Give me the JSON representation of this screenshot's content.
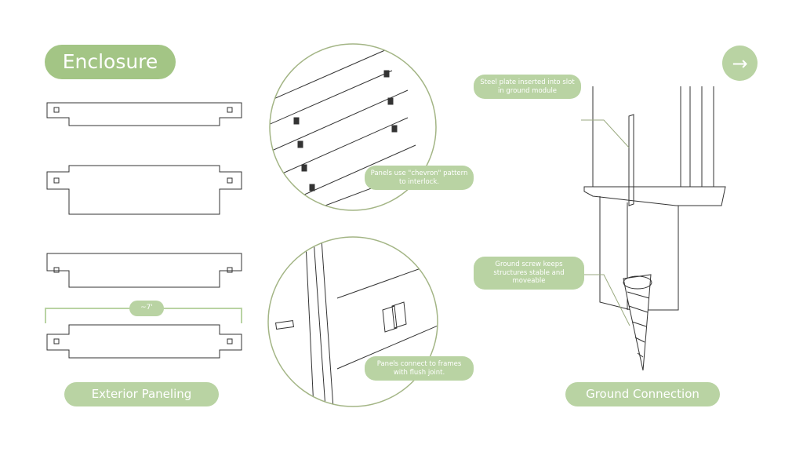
{
  "title": "Enclosure",
  "labels": {
    "exterior": "Exterior Paneling",
    "ground": "Ground Connection",
    "dimension": "~7'"
  },
  "callouts": {
    "chevron": "Panels use \"chevron\" pattern to interlock.",
    "flush": "Panels connect to frames with flush joint.",
    "steel": "Steel plate inserted into slot in ground module",
    "screw": "Ground screw keeps structures stable and moveable"
  },
  "icons": {
    "next": "arrow-right-icon"
  },
  "colors": {
    "accent": "#a3c585",
    "pill": "#b9d3a3",
    "line": "#9aaa80"
  }
}
